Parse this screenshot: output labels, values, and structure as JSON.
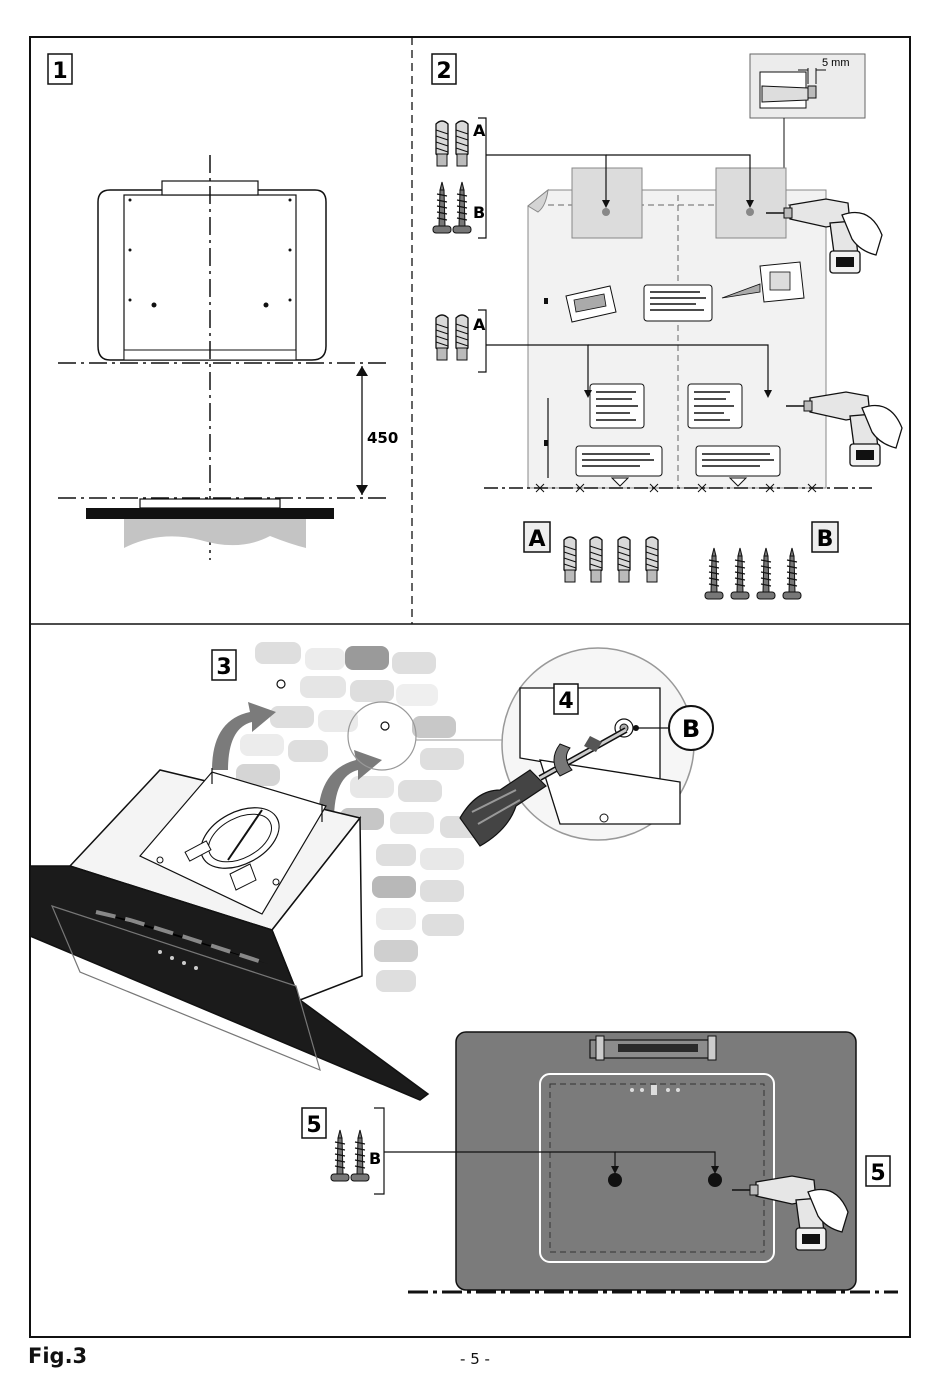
{
  "steps": {
    "s1": "1",
    "s2": "2",
    "s3": "3",
    "s4": "4",
    "s5a": "5",
    "s5b": "5"
  },
  "dimensions": {
    "height_clearance": "450",
    "gap": "5 mm"
  },
  "hardware": {
    "plug_label": "A",
    "screw_label": "B",
    "plug_label_big": "A",
    "screw_label_big": "B",
    "plug_label_lower": "A",
    "screw_callout": "B",
    "screw_label_step5": "B"
  },
  "footer": {
    "figure": "Fig.3",
    "page": "- 5 -"
  },
  "colors": {
    "frame": "#111111",
    "template_fill": "#ececec",
    "hood_grey": "#7b7b7b",
    "brick": "#d7d7d7",
    "glass": "#1a1a1a"
  }
}
